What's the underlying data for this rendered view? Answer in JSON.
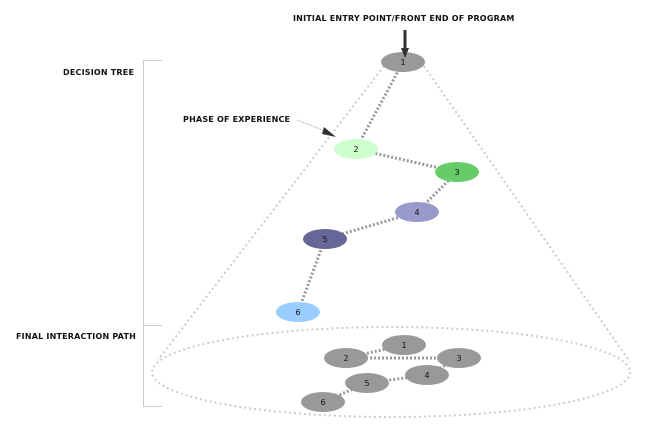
{
  "labels": {
    "entry_point": "INITIAL ENTRY POINT/FRONT END OF PROGRAM",
    "decision_tree": "DECISION TREE",
    "phase_of_experience": "PHASE OF EXPERIENCE",
    "final_interaction_path": "FINAL INTERACTION PATH"
  },
  "decision_tree_nodes": [
    {
      "id": "1",
      "label": "1",
      "color": "#999999"
    },
    {
      "id": "2",
      "label": "2",
      "color": "#ccffcc"
    },
    {
      "id": "3",
      "label": "3",
      "color": "#66cc66"
    },
    {
      "id": "4",
      "label": "4",
      "color": "#9999cc"
    },
    {
      "id": "5",
      "label": "5",
      "color": "#666699"
    },
    {
      "id": "6",
      "label": "6",
      "color": "#99ccff"
    }
  ],
  "decision_tree_edges": [
    [
      "1",
      "2"
    ],
    [
      "2",
      "3"
    ],
    [
      "3",
      "4"
    ],
    [
      "4",
      "5"
    ],
    [
      "5",
      "6"
    ]
  ],
  "final_path_nodes": [
    {
      "id": "1",
      "label": "1",
      "color": "#999999"
    },
    {
      "id": "2",
      "label": "2",
      "color": "#999999"
    },
    {
      "id": "3",
      "label": "3",
      "color": "#999999"
    },
    {
      "id": "4",
      "label": "4",
      "color": "#999999"
    },
    {
      "id": "5",
      "label": "5",
      "color": "#999999"
    },
    {
      "id": "6",
      "label": "6",
      "color": "#999999"
    }
  ],
  "final_path_edges": [
    [
      "1",
      "2"
    ],
    [
      "2",
      "3"
    ],
    [
      "3",
      "4"
    ],
    [
      "4",
      "5"
    ],
    [
      "5",
      "6"
    ]
  ],
  "colors": {
    "dotted_line": "#cccccc",
    "edge": "#999999",
    "bracket": "#cccccc",
    "arrow": "#333333"
  }
}
